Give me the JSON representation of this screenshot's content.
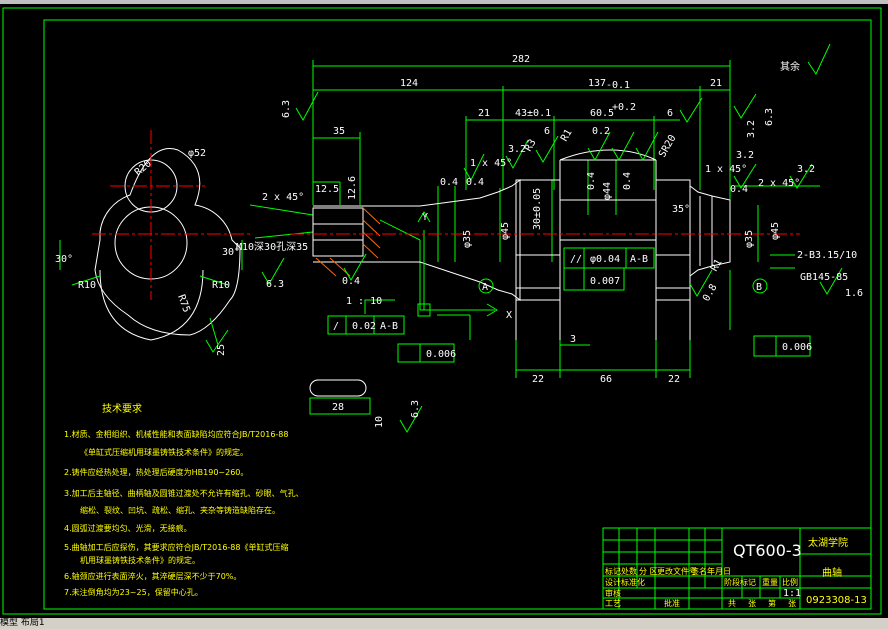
{
  "colors": {
    "background": "#000000",
    "frame": "#00ff00",
    "dimension": "#00ff00",
    "centerline": "#ff0000",
    "text": "#ffffff",
    "notes": "#ffff00",
    "part": "#ffffff"
  },
  "surface": {
    "remaining": "其余",
    "ra_left": "6.3",
    "ra_25": "25"
  },
  "dims": {
    "overall": "282",
    "d124": "124",
    "d137": "137",
    "d137_tol": "-0.1",
    "d21_right": "21",
    "d35": "35",
    "d21_mid": "21",
    "d43": "43±0.1",
    "d60": "60.5",
    "d60_tol": "+0.2",
    "d6_a": "6",
    "d6_b": "6",
    "d12_5": "12.5",
    "d12_6": "12.6",
    "chamfer_2x45_left": "2 x 45°",
    "chamfer_2x45_right": "2 x 45°",
    "chamfer_1x45_left": "1 x 45°",
    "chamfer_1x45_right": "1 x 45°",
    "r1": "R1",
    "r1_b": "R1",
    "r3": "R3",
    "sr20": "SR20",
    "dim_0_2": "0.2",
    "ra_0_4": "0.4",
    "ra_3_2": "3.2",
    "ra_6_3": "6.3",
    "ra_1_6": "1.6",
    "ra_0_8": "0.8",
    "d35_1": "35°",
    "phi45_left": "φ45",
    "phi45_right": "φ45",
    "phi35_left": "φ35",
    "phi35_right": "φ35",
    "phi44": "φ44",
    "thirty": "30±0.05",
    "thread": "M10深30孔深35",
    "taper": "1 : 10",
    "d22_a": "22",
    "d66": "66",
    "d22_b": "22",
    "d3": "3",
    "d28": "28",
    "d10": "10",
    "dim_0_4b": "0.4",
    "center_hole": "2-B3.15/10",
    "standard": "GB145-85"
  },
  "left_view": {
    "r20": "R20",
    "phi52": "φ52",
    "r10_a": "R10",
    "r10_b": "R10",
    "r75": "R75",
    "ang30_a": "30°",
    "ang30_b": "30°"
  },
  "tolerances": {
    "runout_a": {
      "value": "0.02",
      "datum": "A-B"
    },
    "par": {
      "value": "φ0.04",
      "datum": "A-B"
    },
    "cyl": {
      "value": "0.007"
    },
    "cyl_left": {
      "value": "0.006"
    },
    "cyl_right": {
      "value": "0.006"
    }
  },
  "datums": {
    "a": "A",
    "b": "B"
  },
  "requirements": {
    "title": "技术要求",
    "items": [
      "1.材质、金相组织、机械性能和表面缺陷均应符合JB/T2016-88",
      "《单缸式压缩机用球墨铸铁技术条件》的规定。",
      "2.铸件应经热处理，热处理后硬度为HB190~260。",
      "3.加工后主轴径、曲柄轴及圆锥过渡处不允许有缩孔、砂眼、气孔、",
      "缩松、裂纹、凹坑、疏松、缩孔、夹杂等铸造缺陷存在。",
      "4.圆弧过渡要均匀、光滑，无接痕。",
      "5.曲轴加工后应探伤，其要求应符合JB/T2016-88《单缸式压缩",
      "机用球墨铸铁技术条件》的规定。",
      "6.轴颈应进行表面淬火，其淬硬层深不少于70%。",
      "7.未注倒角均为23~25，保留中心孔。"
    ]
  },
  "title_block": {
    "material": "QT600-3",
    "school": "太湖学院",
    "part_name": "曲轴",
    "drawing_no": "0923308-13",
    "scale": "1:1",
    "row_labels": [
      "标记",
      "处数",
      "分 区",
      "更改文件号",
      "签名",
      "年月日"
    ],
    "design_labels": [
      "设计",
      "标准化",
      "",
      "",
      "阶段标记",
      "重量",
      "比例"
    ],
    "review_labels": [
      "审核",
      "工艺",
      "批准",
      "共",
      "张",
      "第",
      "张"
    ]
  },
  "statusbar": {
    "command": "模型  布局1"
  }
}
